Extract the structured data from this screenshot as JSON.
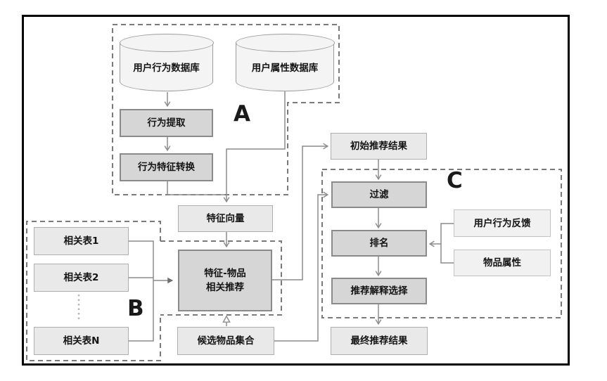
{
  "diagram": {
    "section_labels": {
      "a": "A",
      "b": "B",
      "c": "C"
    },
    "nodes": {
      "user_behavior_db": "用户行为数据库",
      "user_attribute_db": "用户属性数据库",
      "behavior_extraction": "行为提取",
      "behavior_feature_conversion": "行为特征转换",
      "feature_vector": "特征向量",
      "feature_item_recommendation": "特征-物品\n相关推荐",
      "candidate_item_set": "候选物品集合",
      "initial_recommendation_result": "初始推荐结果",
      "filter": "过滤",
      "ranking": "排名",
      "recommendation_explanation_selection": "推荐解释选择",
      "final_recommendation_result": "最终推荐结果",
      "user_behavior_feedback": "用户行为反馈",
      "item_attributes": "物品属性",
      "related_table_1": "相关表1",
      "related_table_2": "相关表2",
      "related_table_n": "相关表N"
    },
    "colors": {
      "frame": "#000000",
      "box_dark_fill": "#d6d6d6",
      "box_dark_border": "#8a8a8a",
      "box_light_fill": "#e9e9e9",
      "box_light_border": "#aeaeae",
      "box_lighter_fill": "#f1f1f1",
      "cylinder_fill": "#f4f4f4",
      "connector_line": "#8c8c8c",
      "dashed_group_border": "#7a7a7a"
    }
  }
}
